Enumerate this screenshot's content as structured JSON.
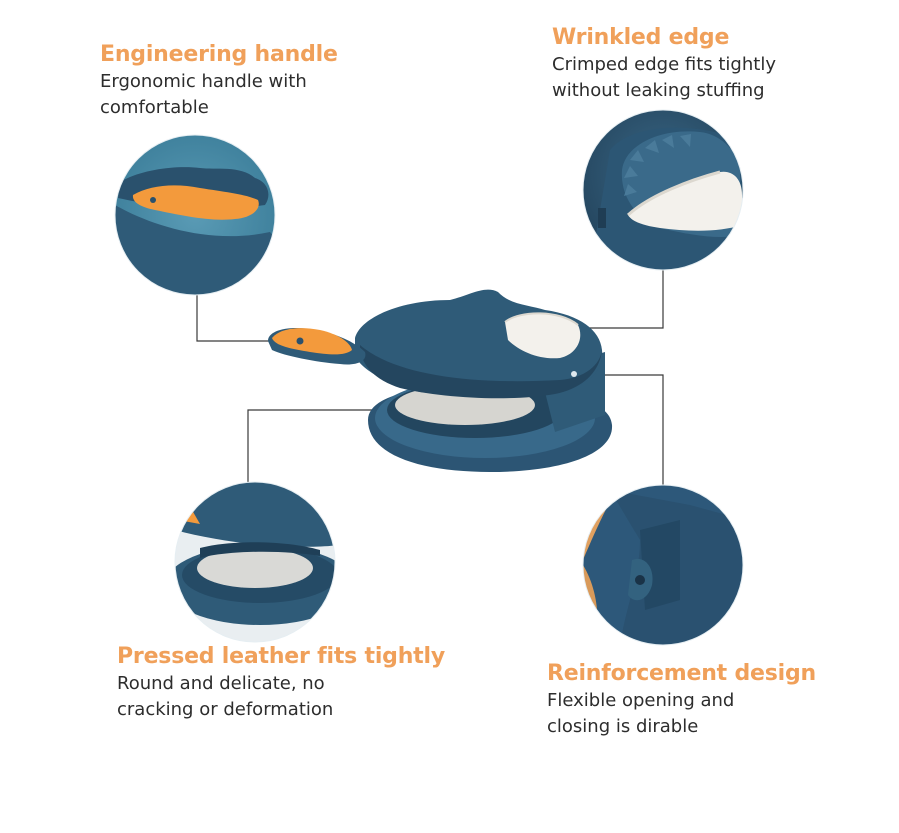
{
  "features": {
    "handle": {
      "title": "Engineering handle",
      "line1": "Ergonomic handle with",
      "line2": "comfortable"
    },
    "edge": {
      "title": "Wrinkled edge",
      "line1": "Crimped edge fits tightly",
      "line2": "without leaking stuffing"
    },
    "press": {
      "title": "Pressed leather fits tightly",
      "line1": "Round and delicate, no",
      "line2": "cracking or deformation"
    },
    "reinforcement": {
      "title": "Reinforcement design",
      "line1": "Flexible opening and",
      "line2": "closing is dirable"
    }
  },
  "colors": {
    "accent": "#f0a05a",
    "product_blue": "#2f5b78",
    "product_orange": "#f39a3c",
    "text": "#2d2d2d"
  }
}
